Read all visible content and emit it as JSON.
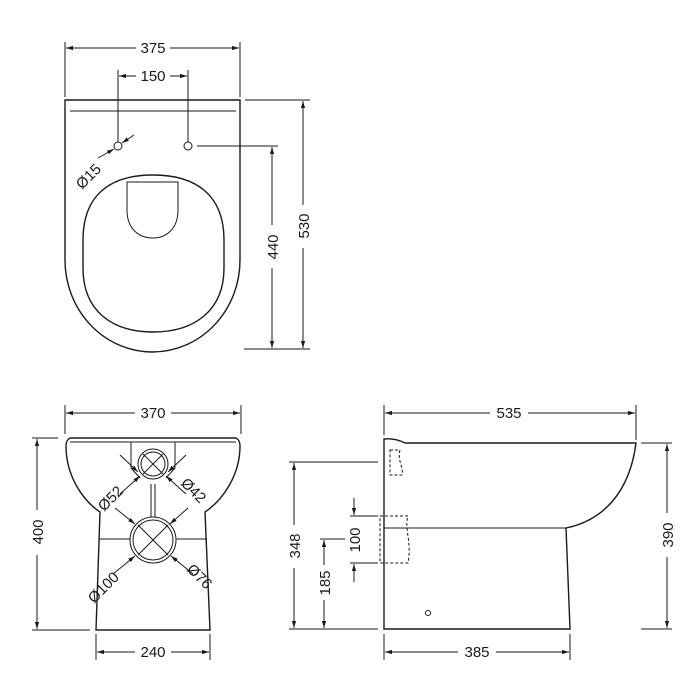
{
  "title": "Toilet technical dimensions drawing",
  "units": "mm",
  "colors": {
    "line": "#1a1a1a",
    "background": "#ffffff"
  },
  "views": {
    "top": {
      "overall_width": "375",
      "fixing_hole_spacing": "150",
      "fixing_hole_diameter": "Ø15",
      "hole_to_front_depth": "440",
      "overall_depth": "530"
    },
    "front": {
      "top_width": "370",
      "overall_height": "400",
      "base_width": "240",
      "inlet_outer_diameter": "Ø52",
      "inlet_inner_diameter": "Ø42",
      "outlet_outer_diameter": "Ø100",
      "outlet_inner_diameter": "Ø76"
    },
    "side": {
      "overall_length": "535",
      "inlet_height": "348",
      "outlet_height": "100",
      "outlet_centre_height": "185",
      "overall_height": "390",
      "base_length": "385"
    }
  }
}
